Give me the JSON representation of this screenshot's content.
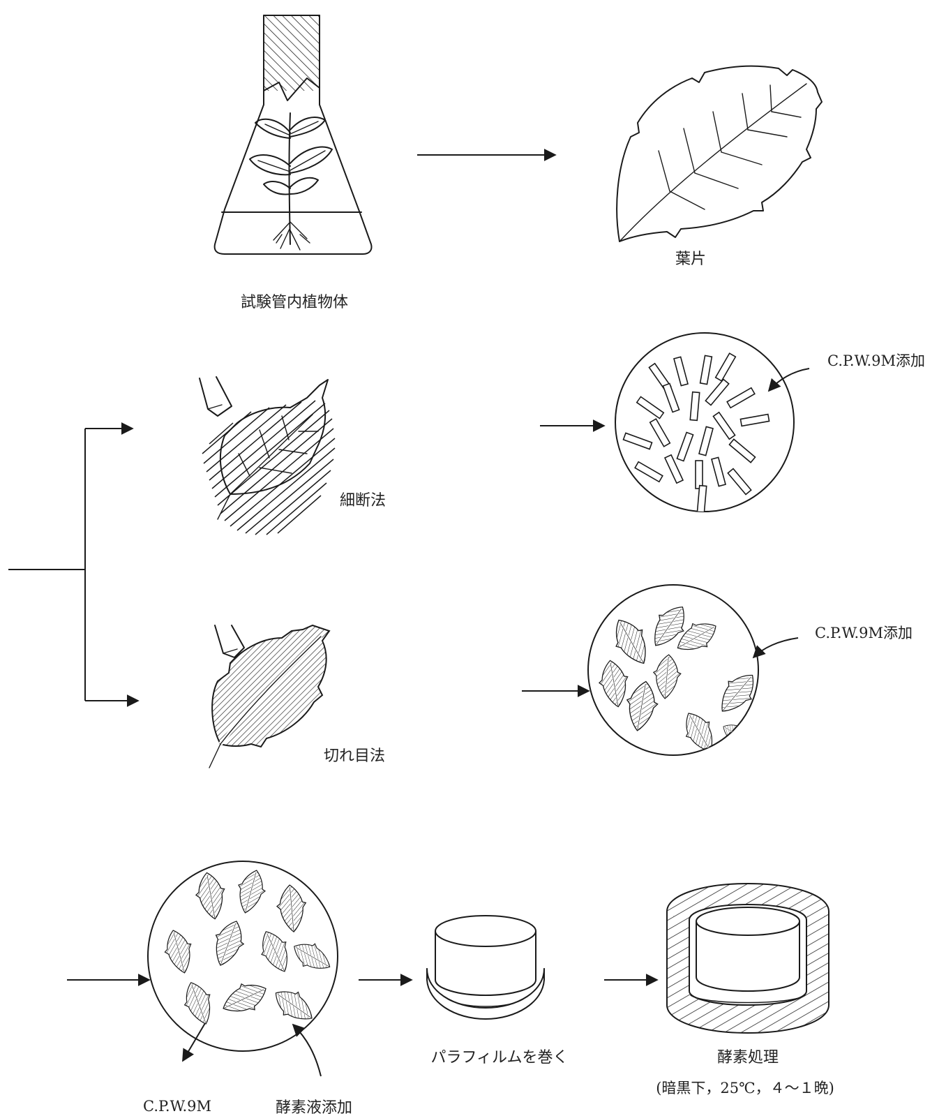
{
  "labels": {
    "in_vitro_plant": "試験管内植物体",
    "leaf_piece": "葉片",
    "fine_cut_method": "細断法",
    "cpw_add_1": "C.P.W.9M添加",
    "slit_method": "切れ目法",
    "cpw_add_2": "C.P.W.9M添加",
    "cpw_9m": "C.P.W.9M",
    "enzyme_add": "酵素液添加",
    "parafilm": "パラフィルムを巻く",
    "enzyme_treatment": "酵素処理",
    "enzyme_conditions": "(暗黒下，25℃，４～１晩)"
  },
  "colors": {
    "ink": "#1a1a1a",
    "text": "#222222",
    "background": "#ffffff"
  },
  "icons": {
    "flask": "erlenmeyer-flask-icon",
    "leaf": "leaf-icon",
    "dish": "petri-dish-icon",
    "scalpel": "scalpel-icon"
  }
}
